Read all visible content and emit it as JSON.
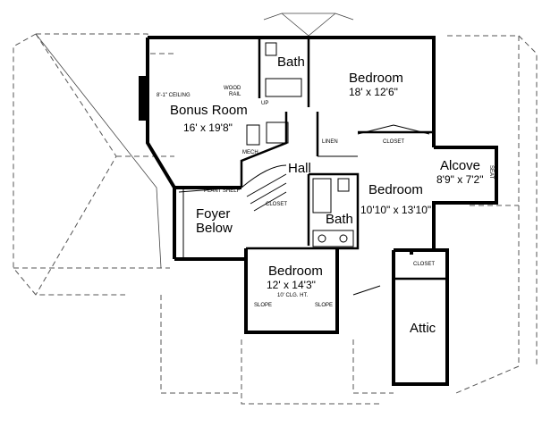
{
  "plan": {
    "bonus_room": {
      "name": "Bonus Room",
      "dims": "16' x 19'8\"",
      "ceiling_note": "8'-1\" CEILING"
    },
    "wood_rail": "WOOD\nRAIL",
    "up": "UP",
    "bath_top": {
      "name": "Bath"
    },
    "bedroom_top": {
      "name": "Bedroom",
      "dims": "18' x 12'6\""
    },
    "linen": "LINEN",
    "closet_top": "CLOSET",
    "mech": "MECH.",
    "hall": "Hall",
    "alcove": {
      "name": "Alcove",
      "dims": "8'9\" x 7'2\"",
      "seat": "SEAT"
    },
    "bedroom_right": {
      "name": "Bedroom",
      "dims": "10'10\" x 13'10\""
    },
    "closet_hall": "CLOSET",
    "plant_shelf": "PLANT SHELF",
    "foyer": {
      "line1": "Foyer",
      "line2": "Below"
    },
    "bath_mid": {
      "name": "Bath"
    },
    "bedroom_bottom": {
      "name": "Bedroom",
      "dims": "12' x 14'3\"",
      "ceiling_note": "10' CLG. HT."
    },
    "slope_left": "SLOPE",
    "slope_right": "SLOPE",
    "closet_attic": "CLOSET",
    "attic": "Attic"
  }
}
